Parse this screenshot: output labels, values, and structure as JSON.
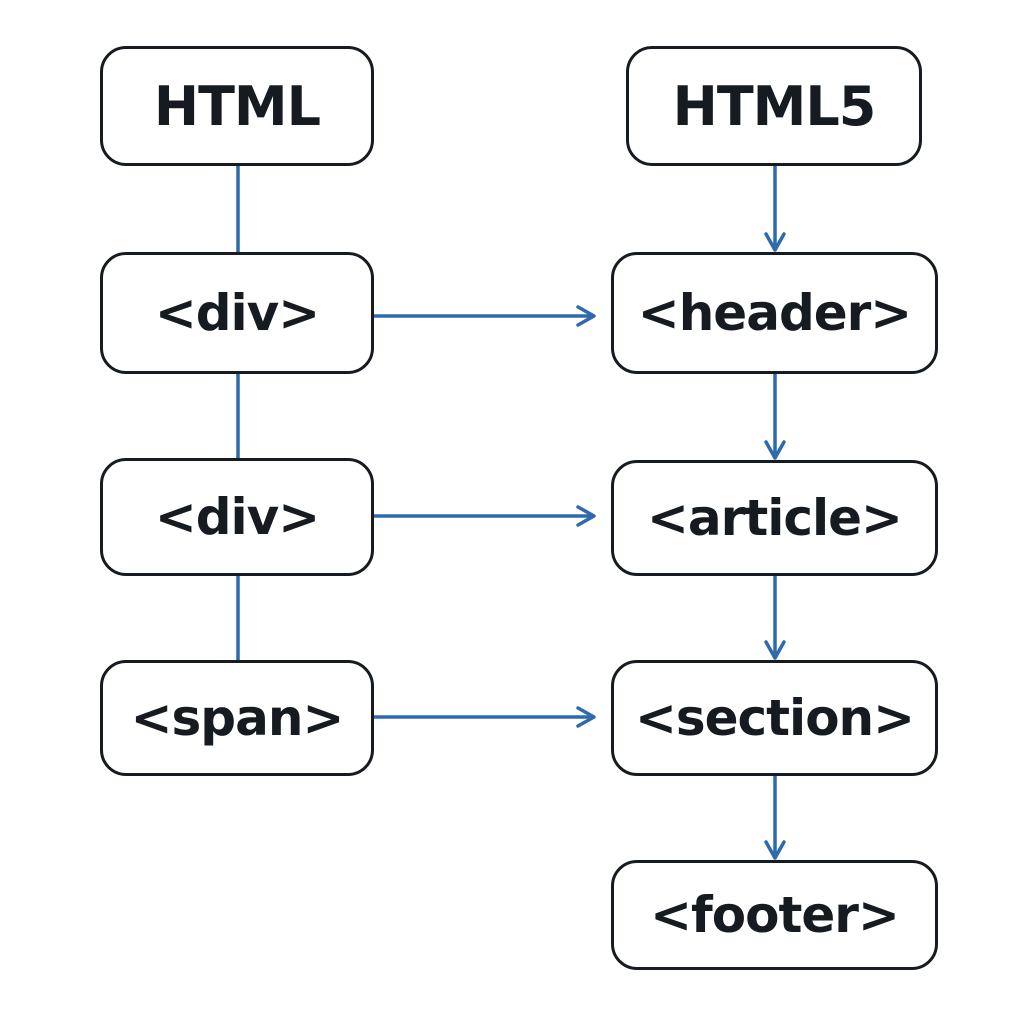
{
  "colors": {
    "connector": "#2f6aae",
    "border": "#161b22",
    "text": "#161b22",
    "background": "#ffffff"
  },
  "left_column": {
    "title": "HTML",
    "items": [
      "<div>",
      "<div>",
      "<span>"
    ]
  },
  "right_column": {
    "title": "HTML5",
    "items": [
      "<header>",
      "<article>",
      "<section>",
      "<footer>"
    ]
  },
  "mappings": [
    {
      "from": "<div>",
      "to": "<header>"
    },
    {
      "from": "<div>",
      "to": "<article>"
    },
    {
      "from": "<span>",
      "to": "<section>"
    }
  ]
}
